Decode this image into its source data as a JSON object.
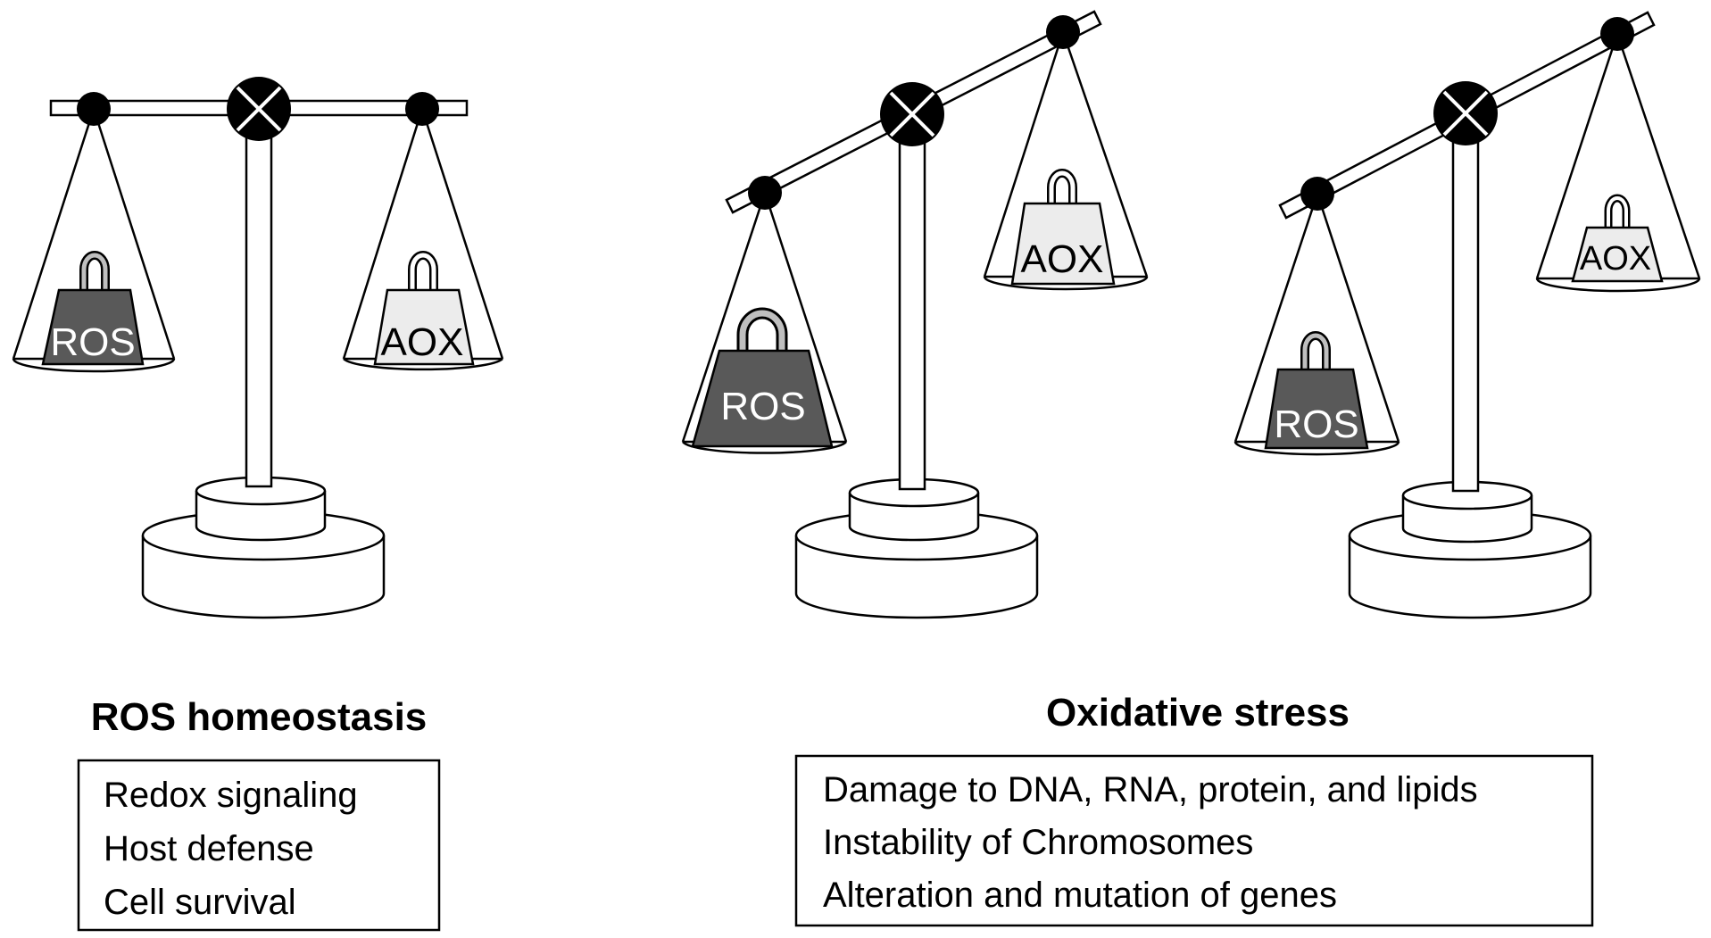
{
  "colors": {
    "ros_weight": "#595959",
    "aox_weight": "#ececec",
    "handle_fill": "#bfbfbf",
    "outline": "#000000",
    "background": "#ffffff"
  },
  "icons": {
    "pivot": "x-circle-pivot",
    "beam_end": "filled-dot",
    "weight": "kettlebell-weight"
  },
  "scales": [
    {
      "state": "balanced",
      "left_weight": "ROS",
      "right_weight": "AOX"
    },
    {
      "state": "tilted-left-heavy",
      "left_weight": "ROS",
      "right_weight": "AOX"
    },
    {
      "state": "tilted-left-heavy",
      "left_weight": "ROS",
      "right_weight": "AOX"
    }
  ],
  "panels": {
    "left": {
      "heading": "ROS homeostasis",
      "lines": [
        "Redox signaling",
        "Host defense",
        "Cell survival"
      ]
    },
    "right": {
      "heading": "Oxidative stress",
      "lines": [
        "Damage to DNA, RNA, protein, and lipids",
        "Instability of Chromosomes",
        "Alteration and mutation of genes"
      ]
    }
  }
}
